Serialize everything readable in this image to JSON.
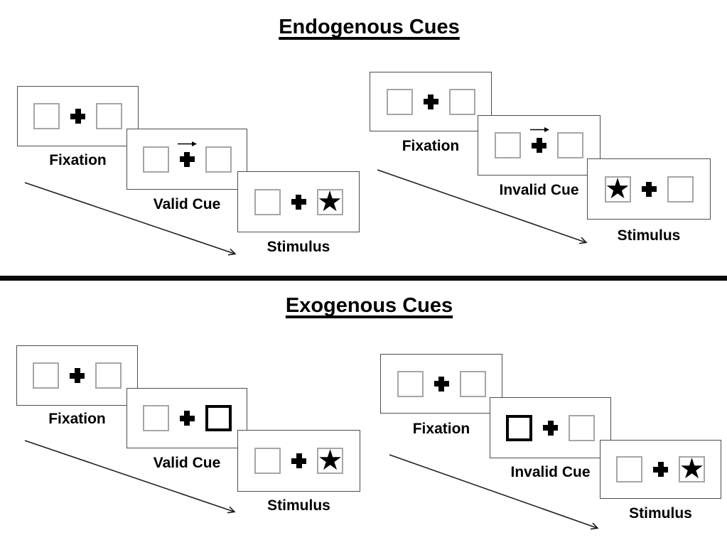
{
  "glyphs": {
    "star": "★"
  },
  "colors": {
    "ink": "#000000",
    "panel_border": "#4d4d4d",
    "box_border": "#a6a6a6",
    "background": "#ffffff"
  },
  "sections": [
    {
      "title": "Endogenous Cues",
      "sequences": [
        {
          "name": "endogenous-valid",
          "steps": [
            {
              "label": "Fixation",
              "left_box": "empty",
              "right_box": "empty",
              "cue_arrow": false
            },
            {
              "label": "Valid Cue",
              "left_box": "empty",
              "right_box": "empty",
              "cue_arrow": true
            },
            {
              "label": "Stimulus",
              "left_box": "empty",
              "right_box": "star",
              "cue_arrow": false
            }
          ]
        },
        {
          "name": "endogenous-invalid",
          "steps": [
            {
              "label": "Fixation",
              "left_box": "empty",
              "right_box": "empty",
              "cue_arrow": false
            },
            {
              "label": "Invalid Cue",
              "left_box": "empty",
              "right_box": "empty",
              "cue_arrow": true
            },
            {
              "label": "Stimulus",
              "left_box": "star",
              "right_box": "empty",
              "cue_arrow": false
            }
          ]
        }
      ]
    },
    {
      "title": "Exogenous Cues",
      "sequences": [
        {
          "name": "exogenous-valid",
          "steps": [
            {
              "label": "Fixation",
              "left_box": "empty",
              "right_box": "empty",
              "cue_arrow": false
            },
            {
              "label": "Valid Cue",
              "left_box": "empty",
              "right_box": "bold",
              "cue_arrow": false
            },
            {
              "label": "Stimulus",
              "left_box": "empty",
              "right_box": "star",
              "cue_arrow": false
            }
          ]
        },
        {
          "name": "exogenous-invalid",
          "steps": [
            {
              "label": "Fixation",
              "left_box": "empty",
              "right_box": "empty",
              "cue_arrow": false
            },
            {
              "label": "Invalid Cue",
              "left_box": "bold",
              "right_box": "empty",
              "cue_arrow": false
            },
            {
              "label": "Stimulus",
              "left_box": "empty",
              "right_box": "star",
              "cue_arrow": false
            }
          ]
        }
      ]
    }
  ]
}
